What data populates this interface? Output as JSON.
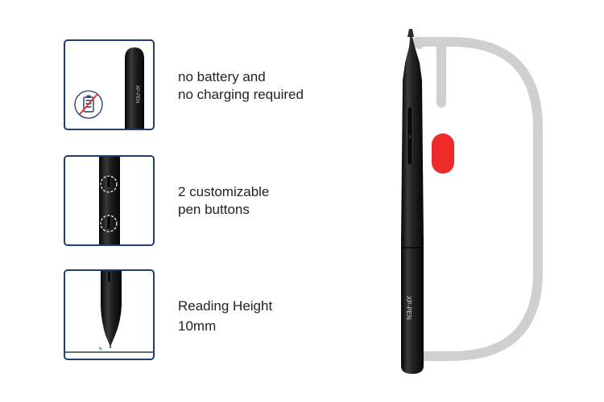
{
  "features": [
    {
      "lines": [
        "no battery and",
        "no charging required"
      ]
    },
    {
      "lines": [
        "2 customizable",
        "pen buttons"
      ]
    },
    {
      "lines": [
        "Reading Height",
        "10mm"
      ]
    }
  ],
  "brand_text": "XP-PEN",
  "icons": {
    "battery": "no-battery-icon",
    "mouse": "mouse-outline-icon"
  },
  "colors": {
    "panel_border": "#1f3d6e",
    "mouse_outline": "#cfcfcf",
    "mouse_wheel": "#ee2b2b",
    "pen_body": "#1a1a1a"
  }
}
